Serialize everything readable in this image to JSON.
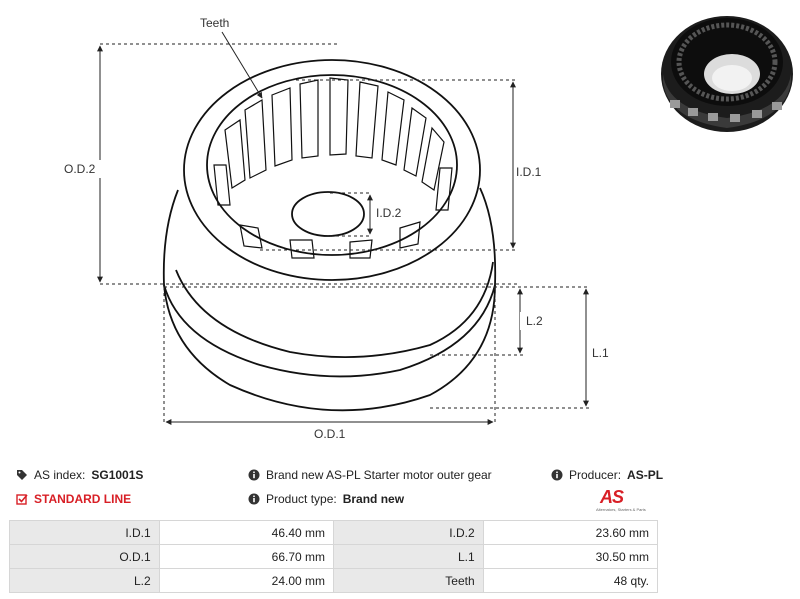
{
  "drawing": {
    "labels": {
      "teeth": "Teeth",
      "od2": "O.D.2",
      "id1": "I.D.1",
      "id2": "I.D.2",
      "l2": "L.2",
      "l1": "L.1",
      "od1": "O.D.1"
    }
  },
  "info": {
    "as_index_label": "AS index:",
    "as_index_value": "SG1001S",
    "line": "STANDARD LINE",
    "description": "Brand new AS-PL Starter motor outer gear",
    "product_type_label": "Product type:",
    "product_type_value": "Brand new",
    "producer_label": "Producer:",
    "producer_value": "AS-PL"
  },
  "logo": {
    "mark": "AS",
    "tagline": "Alternators, Starters & Parts"
  },
  "specs": [
    {
      "l1": "I.D.1",
      "v1": "46.40 mm",
      "l2": "I.D.2",
      "v2": "23.60 mm"
    },
    {
      "l1": "O.D.1",
      "v1": "66.70 mm",
      "l2": "L.1",
      "v2": "30.50 mm"
    },
    {
      "l1": "L.2",
      "v1": "24.00 mm",
      "l2": "Teeth",
      "v2": "48 qty."
    }
  ],
  "colors": {
    "accent": "#d81f26",
    "table_label_bg": "#e9e9e9"
  }
}
